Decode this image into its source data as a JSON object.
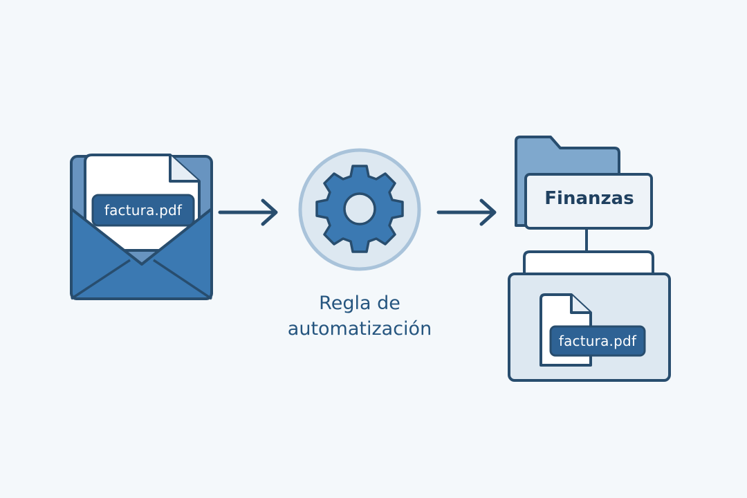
{
  "email": {
    "attachment_label": "factura.pdf"
  },
  "rule": {
    "caption_line1": "Regla de",
    "caption_line2": "automatización"
  },
  "destination": {
    "folder_label": "Finanzas",
    "file_label": "factura.pdf"
  },
  "colors": {
    "background": "#f4f8fb",
    "outline": "#284d6e",
    "primary_blue": "#2f6fa6",
    "light_blue": "#7fa8cd",
    "pale_blue": "#dde8f1",
    "label_fill": "#2e6294"
  },
  "icons": [
    "envelope-icon",
    "document-icon",
    "gear-icon",
    "arrow-right-icon",
    "folder-icon"
  ]
}
